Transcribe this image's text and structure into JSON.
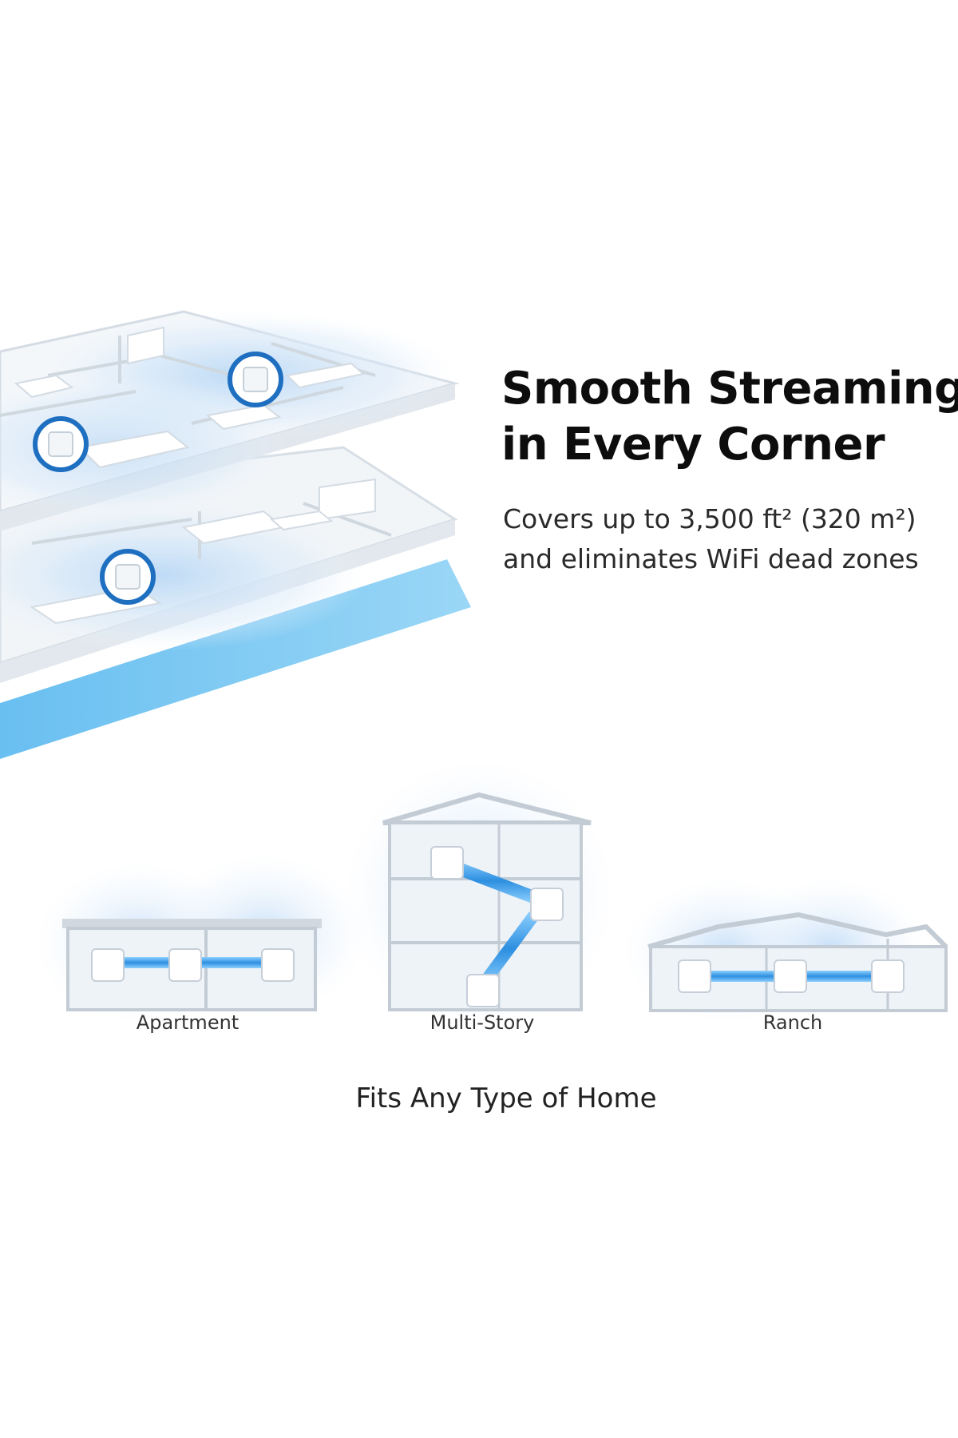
{
  "headline": {
    "line1": "Smooth Streaming",
    "line2": "in Every Corner"
  },
  "subhead": {
    "line1": "Covers up to 3,500 ft² (320 m²)",
    "line2": "and eliminates WiFi dead zones"
  },
  "home_types": [
    {
      "label": "Apartment"
    },
    {
      "label": "Multi-Story"
    },
    {
      "label": "Ranch"
    }
  ],
  "footer_caption": "Fits Any Type of Home",
  "colors": {
    "accent_blue": "#1f6fc1",
    "signal_blue": "#3aa6e8",
    "wall_gray": "#b9c3cc",
    "background": "#ffffff"
  }
}
